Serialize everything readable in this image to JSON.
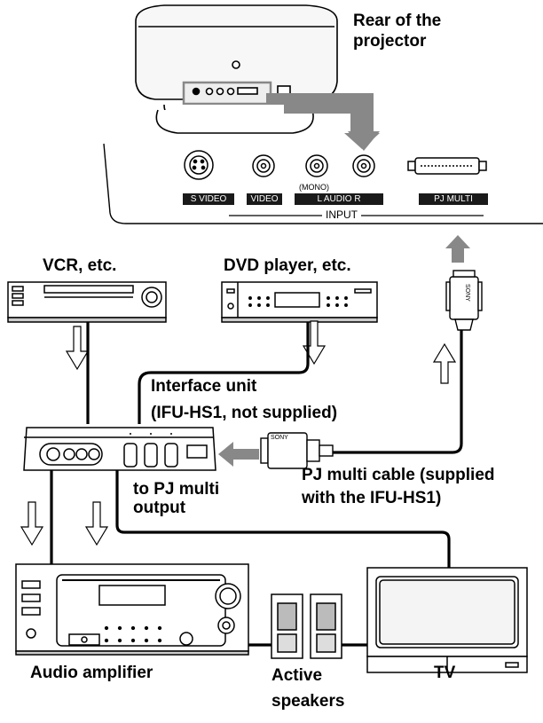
{
  "labels": {
    "projector_rear": [
      "Rear of the",
      "projector"
    ],
    "vcr": "VCR, etc.",
    "dvd": "DVD player, etc.",
    "interface_unit": [
      "Interface unit",
      "(IFU-HS1, not supplied)"
    ],
    "pj_multi_cable": [
      "PJ multi cable (supplied",
      "with the IFU-HS1)"
    ],
    "to_pj_multi": [
      "to PJ multi",
      "output"
    ],
    "audio_amplifier": "Audio amplifier",
    "active_speakers": [
      "Active",
      "speakers"
    ],
    "tv": "TV"
  },
  "panel": {
    "jacks": [
      "S VIDEO",
      "VIDEO",
      "L  AUDIO  R",
      "PJ MULTI"
    ],
    "mono": "(MONO)",
    "input": "INPUT"
  },
  "connector_brand": "SONY",
  "colors": {
    "line": "#000000",
    "arrow_fill": "#888888",
    "panel_bg": "#ffffff"
  }
}
